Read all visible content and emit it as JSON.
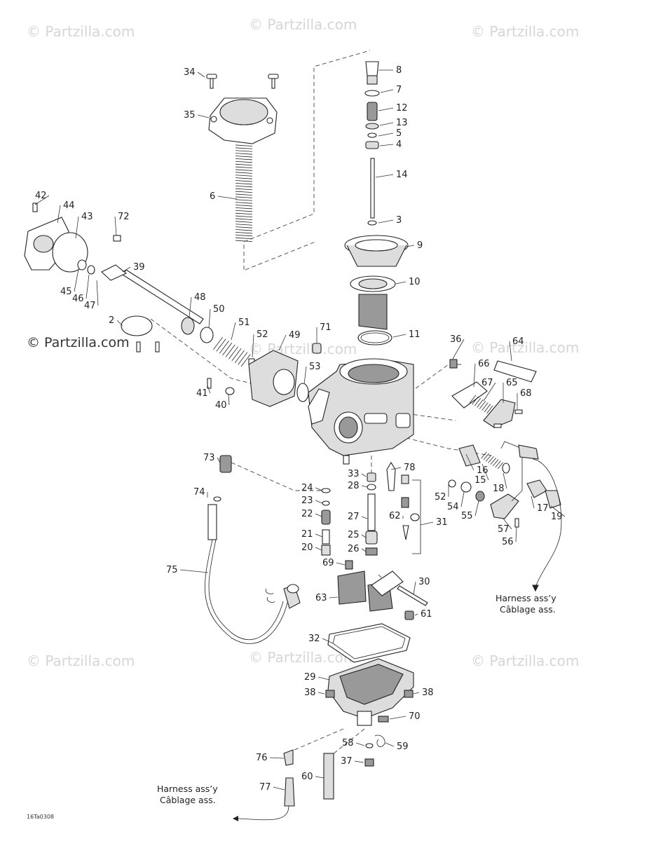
{
  "watermarks": [
    {
      "text": "© Partzilla.com"
    },
    {
      "text": "© Partzilla.com"
    },
    {
      "text": "© Partzilla.com"
    },
    {
      "text": "© Partzilla.com"
    },
    {
      "text": "© Partzilla.com"
    },
    {
      "text": "© Partzilla.com"
    },
    {
      "text": "© Partzilla.com"
    },
    {
      "text": "© Partzilla.com"
    }
  ],
  "watermark_dark": "© Partzilla.com",
  "callouts": [
    "34",
    "35",
    "6",
    "8",
    "7",
    "12",
    "13",
    "5",
    "4",
    "14",
    "3",
    "9",
    "10",
    "11",
    "42",
    "44",
    "43",
    "72",
    "39",
    "45",
    "46",
    "47",
    "48",
    "2",
    "50",
    "51",
    "52",
    "49",
    "71",
    "53",
    "36",
    "64",
    "66",
    "67",
    "65",
    "68",
    "41",
    "40",
    "73",
    "33",
    "78",
    "24",
    "28",
    "23",
    "22",
    "27",
    "62",
    "31",
    "21",
    "25",
    "20",
    "26",
    "69",
    "16",
    "15",
    "18",
    "52",
    "54",
    "55",
    "17",
    "19",
    "57",
    "56",
    "74",
    "75",
    "30",
    "63",
    "61",
    "32",
    "29",
    "38",
    "38",
    "70",
    "58",
    "59",
    "76",
    "60",
    "37",
    "77"
  ],
  "harness_label_line1": "Harness ass’y",
  "harness_label_line2": "Câblage ass.",
  "harness_label2_line1": "Harness ass’y",
  "harness_label2_line2": "Câblage ass.",
  "drawing_code": "16Ta0308"
}
